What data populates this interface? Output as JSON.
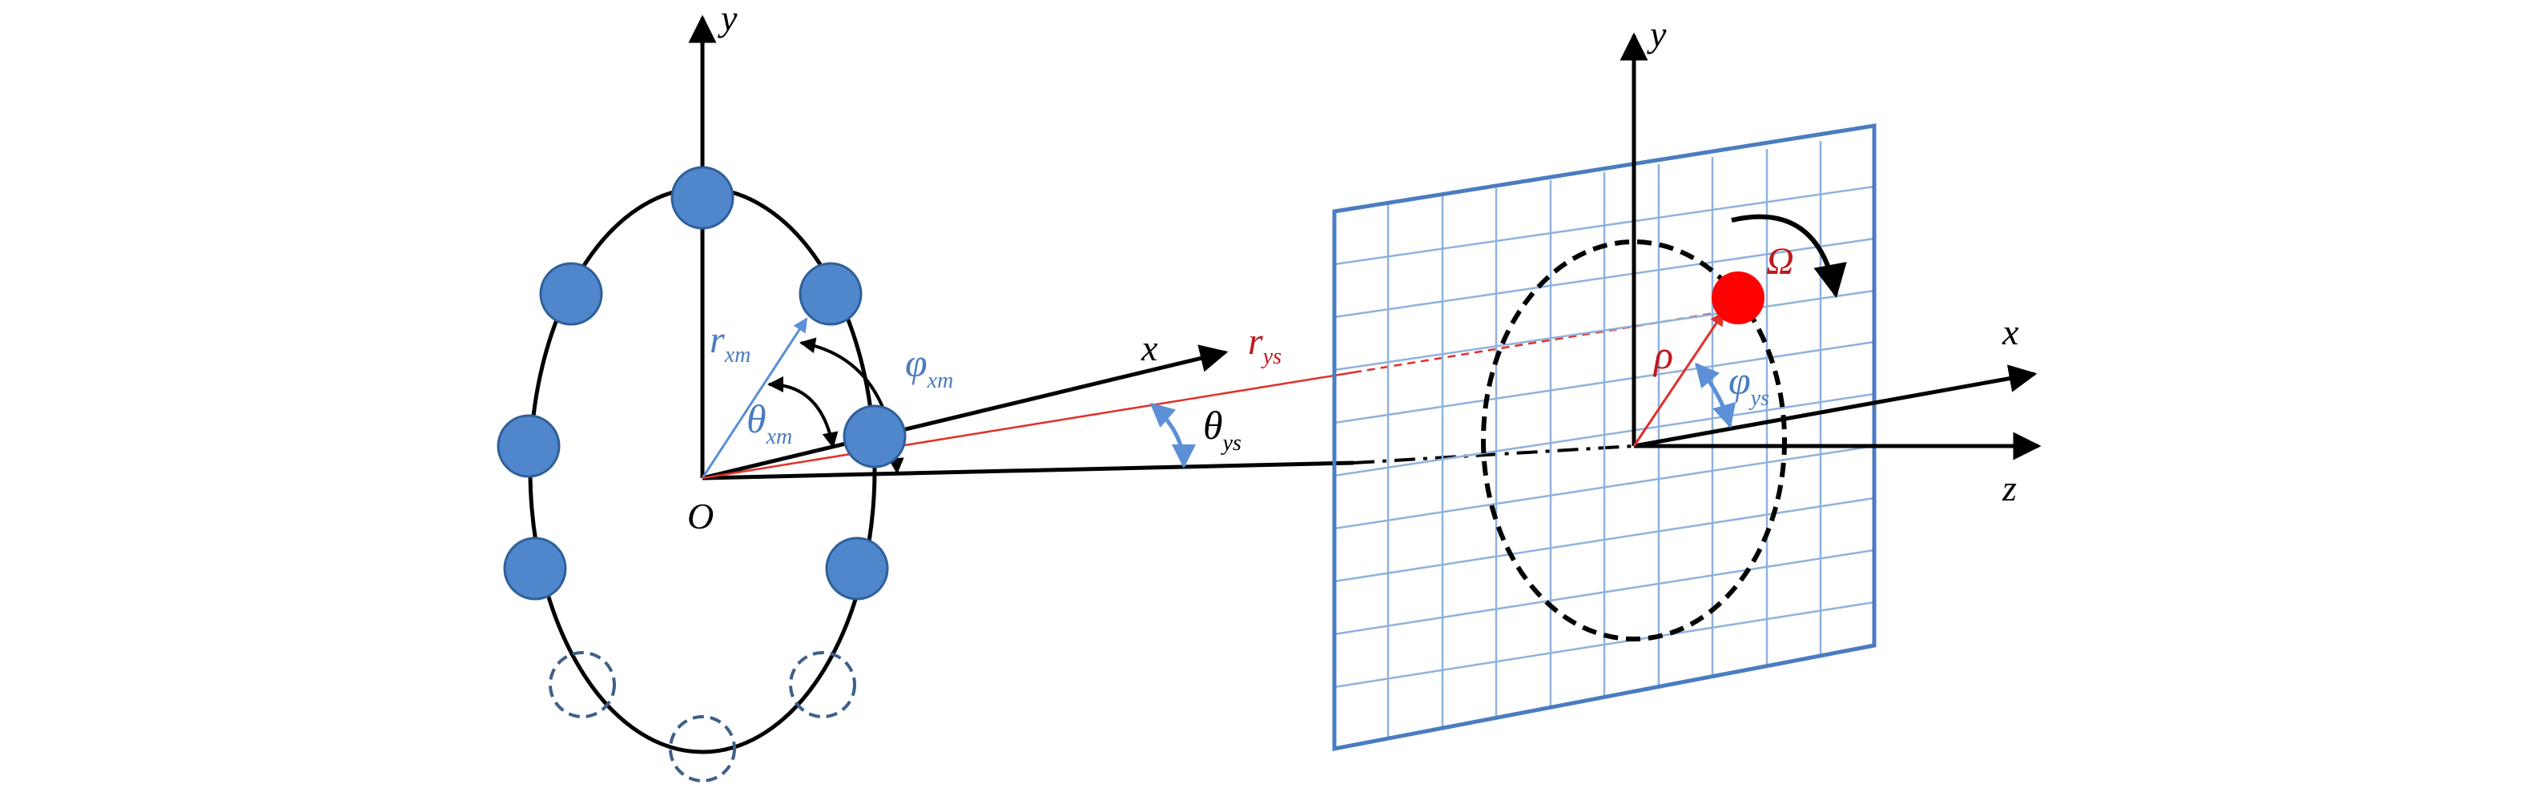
{
  "colors": {
    "axis": "#000000",
    "element_fill": "#4f86cc",
    "element_stroke": "#2f5f99",
    "missing_stroke": "#3d5f8a",
    "screen_grid": "#8fb2dd",
    "screen_border": "#4a7cc0",
    "target": "#ff0000",
    "ray": "#e0302a",
    "angle_blue": "#5b8fd6",
    "label_blue": "#4a7cc0",
    "label_red": "#c0181a"
  },
  "labels": {
    "origin": "O",
    "left_y_axis": "y",
    "left_x_axis": "x",
    "r_xm": {
      "main": "r",
      "sub": "xm"
    },
    "theta_xm": {
      "main": "θ",
      "sub": "xm"
    },
    "phi_xm": {
      "main": "φ",
      "sub": "xm"
    },
    "r_ys": {
      "main": "r",
      "sub": "ys"
    },
    "theta_ys": {
      "main": "θ",
      "sub": "ys"
    },
    "right_y_axis": "y",
    "right_x_axis": "x",
    "right_z_axis": "z",
    "rho": "ρ",
    "phi_ys": {
      "main": "φ",
      "sub": "ys"
    },
    "omega": "Ω"
  },
  "icons": {
    "array_element": "filled-circle",
    "missing_element": "dashed-circle",
    "target": "red-dot",
    "rotation": "curved-arrow"
  }
}
